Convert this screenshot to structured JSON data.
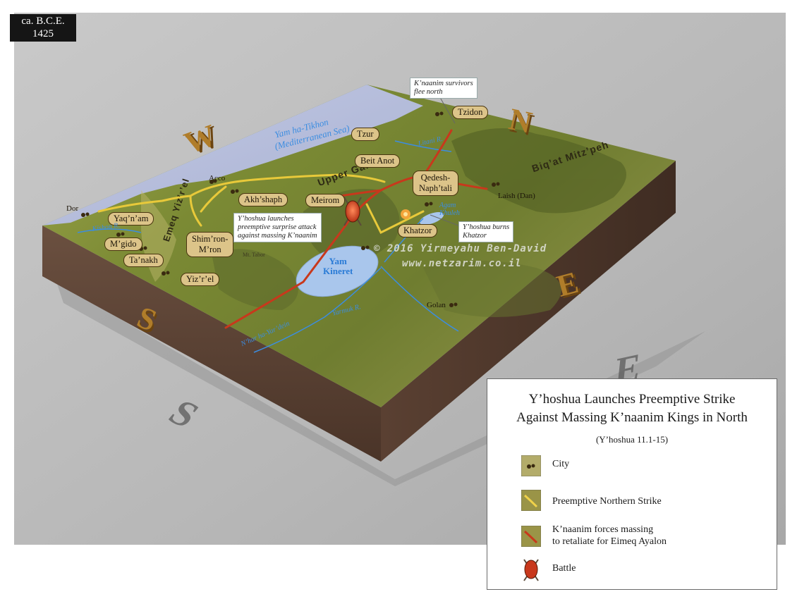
{
  "date_badge": {
    "line1": "ca. B.C.E.",
    "line2": "1425"
  },
  "sea": {
    "name": "Yam ha-Tikhon",
    "english": "(Mediterranean Sea)"
  },
  "regions": {
    "upper_galil": "Upper Galil",
    "biqat": "Biq’at Mitz’peh",
    "emeq": "Emeq Yiz’r’el"
  },
  "cities": [
    {
      "id": "tzidon",
      "label": "Tzidon"
    },
    {
      "id": "tzur",
      "label": "Tzur"
    },
    {
      "id": "beit-anot",
      "label": "Beit Anot"
    },
    {
      "id": "qedesh",
      "label": "Qedesh-",
      "label2": "Naph’tali"
    },
    {
      "id": "akhshaph",
      "label": "Akh’shaph"
    },
    {
      "id": "meirom",
      "label": "Meirom"
    },
    {
      "id": "yaqnam",
      "label": "Yaq’n’am"
    },
    {
      "id": "mgido",
      "label": "M’gido"
    },
    {
      "id": "tanakh",
      "label": "Ta’nakh"
    },
    {
      "id": "shimron",
      "label": "Shim’ron-",
      "label2": "M’ron"
    },
    {
      "id": "yizrel",
      "label": "Yiz’r’el"
    },
    {
      "id": "khatzor",
      "label": "Khatzor"
    }
  ],
  "plain_labels": {
    "acco": "Acco",
    "dor": "Dor",
    "laish": "Laish (Dan)",
    "golan": "Golan",
    "mtabor": "Mt. Tabor"
  },
  "water_labels": {
    "kineret_1": "Yam",
    "kineret_2": "Kineret",
    "litani": "Litani R.",
    "kishon": "Kishon R.",
    "yarmuk": "Yarmuk R.",
    "yardein": "N’har ha-Yar’dein",
    "khuleh_1": "Agam",
    "khuleh_2": "Khuleh"
  },
  "notes": {
    "survivors": [
      "K’naanim survivors",
      "flee north"
    ],
    "launch": [
      "Y’hoshua launches",
      "preemptive surprise attack",
      "against massing K’naanim"
    ],
    "burns": [
      "Y’hoshua burns",
      "Khatzor"
    ]
  },
  "copyright": {
    "line1": "© 2016 Yirmeyahu Ben-David",
    "line2": "www.netzarim.co.il"
  },
  "compass": {
    "w": "W",
    "n": "N",
    "e": "E",
    "s": "S"
  },
  "legend": {
    "title_line1": "Y’hoshua Launches Preemptive Strike",
    "title_line2": "Against Massing K’naanim Kings in North",
    "subtitle": "(Y’hoshua 11.1-15)",
    "items": [
      {
        "label": "City"
      },
      {
        "label": "Preemptive Northern Strike"
      },
      {
        "label": "K’naanim forces massing",
        "label2": "to retaliate for Eimeq Ayalon"
      },
      {
        "label": "Battle"
      }
    ]
  },
  "colors": {
    "terrain": "#7f8a36",
    "sea": "#b8c1dd",
    "strike": "#f0d24a",
    "massing": "#c8381c",
    "lake": "#a9c6ec",
    "river": "#3c8de0"
  }
}
